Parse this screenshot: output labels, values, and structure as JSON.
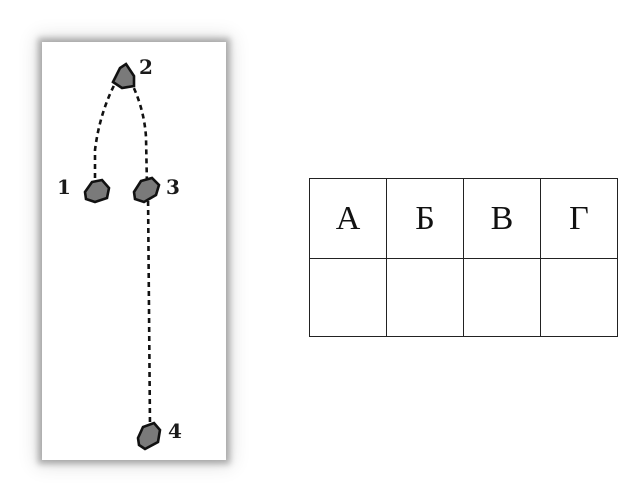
{
  "diagram": {
    "stones": [
      {
        "id": "1",
        "label": "1"
      },
      {
        "id": "2",
        "label": "2"
      },
      {
        "id": "3",
        "label": "3"
      },
      {
        "id": "4",
        "label": "4"
      }
    ],
    "colors": {
      "stone_fill": "#7a7a7a",
      "stone_outline": "#111111",
      "trail": "#111111"
    }
  },
  "answer_table": {
    "headers": [
      "А",
      "Б",
      "В",
      "Г"
    ],
    "answers": [
      "",
      "",
      "",
      ""
    ]
  }
}
